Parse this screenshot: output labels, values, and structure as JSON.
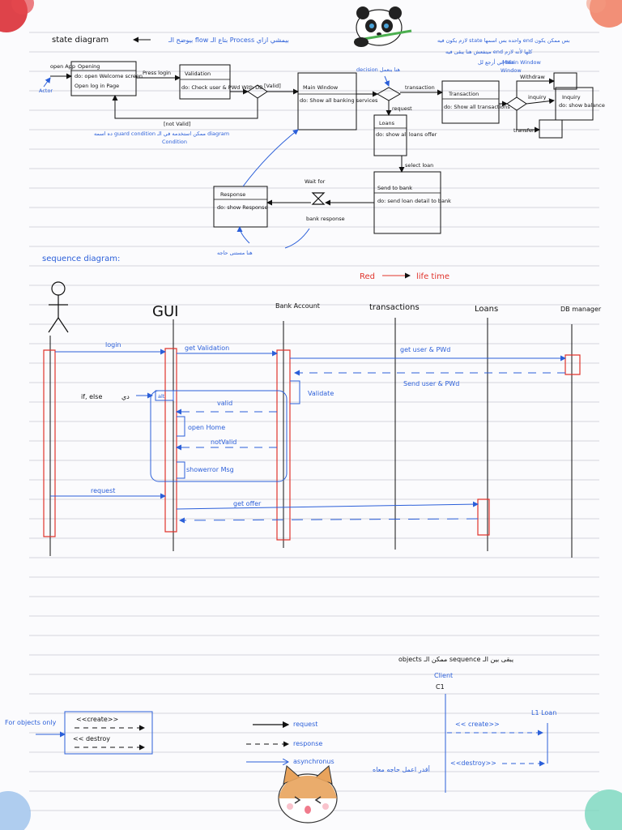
{
  "state_diagram": {
    "title": "state diagram",
    "note_rtl": "بيوضح الـ flow بتاع الـ Process بيمشي ازاي",
    "note_end": "لازم يكون فيه state واحده بس اسمها end بس ممكن يكون",
    "note_end2": "مينفعش هنا يبقى فيه end كلها لأنه لازم",
    "note_end3": "إني أرجع لل Main Window",
    "actor": "Actor",
    "start_label": "open App",
    "opening_title": "Opening",
    "opening_do": "do: open Welcome screen",
    "opening_do2": "Open log in Page",
    "press_label": "Press login",
    "validation_title": "Validation",
    "validation_do": "do: Check user & PWd With DB",
    "valid_guard": "[Valid]",
    "not_valid_guard": "[not Valid]",
    "guard_note": "ده اسمه guard condition ممكن استخدمه في الـ diagram",
    "guard_note2": "Condition",
    "main_window_title": "Main Window",
    "main_window_do": "do: Show all banking services",
    "decision_note": "decision هنا بنعمل",
    "transaction_label": "transaction",
    "request_label": "request",
    "transaction_title": "Transaction",
    "transaction_do": "do: Show all transactions",
    "withdraw_label": "Withdraw",
    "inquiry_label": "inquiry",
    "inquiry_title": "Inquiry",
    "inquiry_do": "do: show balance",
    "transfer_label": "transfer",
    "main_label": "Main",
    "window_label": "Window",
    "loans_title": "Loans",
    "loans_do": "do: show all loans offer",
    "select_loan": "select loan",
    "send_title": "Send to bank",
    "send_do": "do: send loan detail to bank",
    "wait_label": "Wait for",
    "bank_response": "bank response",
    "response_title": "Response",
    "response_do": "do: show Response",
    "no_need_note": "هنا مستنى حاجه"
  },
  "sequence_diagram": {
    "title": "sequence diagram:",
    "legend_red": "Red",
    "legend_life": "life time",
    "objects": [
      "GUI",
      "Bank Account",
      "transactions",
      "Loans",
      "DB manager"
    ],
    "messages": {
      "login": "login",
      "get_validation": "get Validation",
      "get_user": "get user & PWd",
      "send_user": "Send user & PWd",
      "validate": "Validate",
      "if_else": "if, else",
      "alt": "alt",
      "valid": "valid",
      "open_home": "open Home",
      "not_valid": "notValid",
      "show_error": "showerror Msg",
      "request": "request",
      "get_offer": "get offer"
    },
    "if_note": "دي"
  },
  "legend_section": {
    "objects_note": "objects ممكن الـ sequence يبقى بين الـ",
    "for_objects": "For objects only",
    "create": "<<create>>",
    "destroy": "<< destroy",
    "request": "request",
    "response": "response",
    "async": "asynchronus",
    "async_note": "أقدر اعمل حاجه معاه",
    "client": "Client",
    "c1": "C1",
    "l1loan": "L1 Loan",
    "create2": "<< create>>",
    "destroy2": "<<destroy>>"
  },
  "colors": {
    "ink": "#111111",
    "blue": "#2b5fd9",
    "red": "#e0342c",
    "ruled": "#c9c9d2"
  }
}
